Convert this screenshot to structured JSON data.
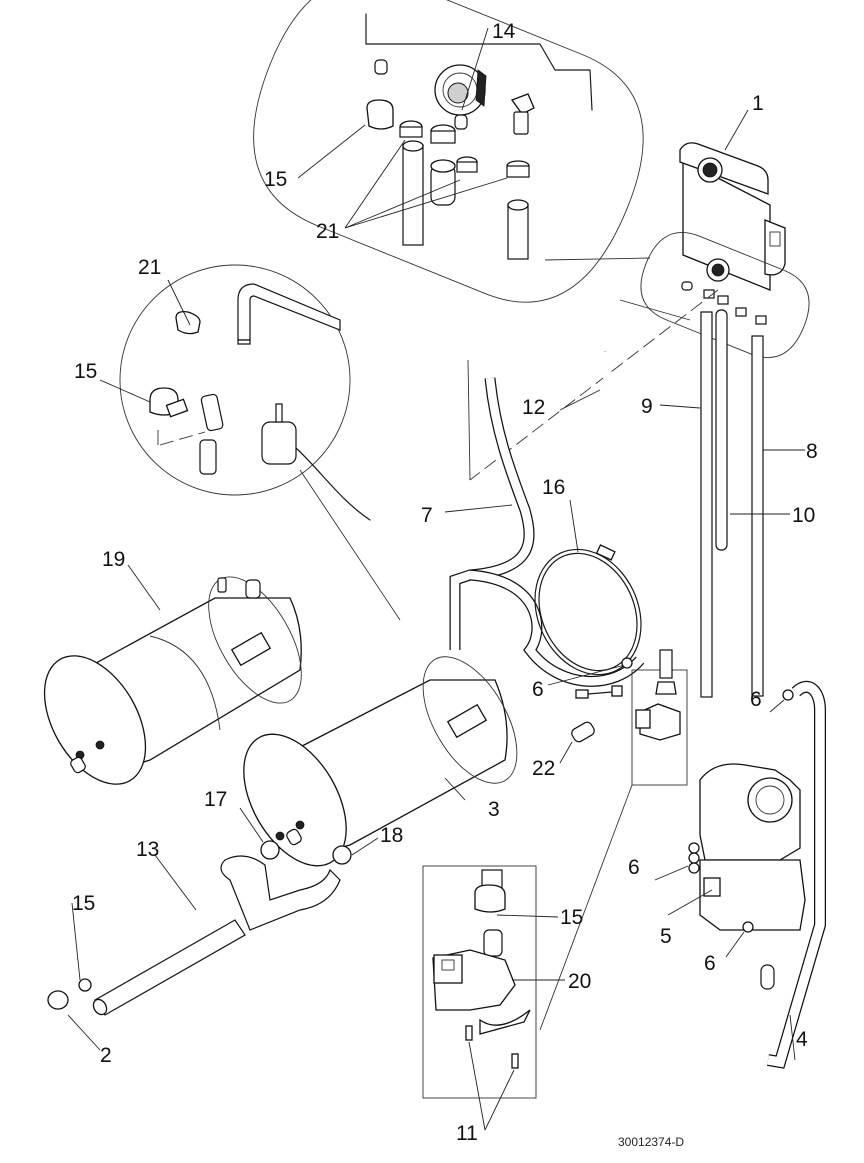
{
  "drawing": {
    "type": "exploded-parts-diagram",
    "drawing_number": "30012374-D",
    "line_color": "#1a1a1a",
    "background": "#ffffff"
  },
  "callouts": [
    {
      "id": "c1",
      "label": "1",
      "part": "reservoir-module"
    },
    {
      "id": "c14",
      "label": "14",
      "part": "reservoir-outlet-fitting"
    },
    {
      "id": "c15a",
      "label": "15",
      "part": "hose-clamp-top-detail"
    },
    {
      "id": "c21a",
      "label": "21",
      "part": "hose-clips-top-detail"
    },
    {
      "id": "c21b",
      "label": "21",
      "part": "hose-clip-round-detail"
    },
    {
      "id": "c15b",
      "label": "15",
      "part": "hose-clamp-round-detail"
    },
    {
      "id": "c12",
      "label": "12",
      "part": "hose-12"
    },
    {
      "id": "c9",
      "label": "9",
      "part": "hose-9"
    },
    {
      "id": "c8",
      "label": "8",
      "part": "hose-8"
    },
    {
      "id": "c10",
      "label": "10",
      "part": "hose-10"
    },
    {
      "id": "c7",
      "label": "7",
      "part": "hose-7"
    },
    {
      "id": "c16",
      "label": "16",
      "part": "wire-loop"
    },
    {
      "id": "c19",
      "label": "19",
      "part": "boiler-tank-rear"
    },
    {
      "id": "c6a",
      "label": "6",
      "part": "spring-clamp-left"
    },
    {
      "id": "c6b",
      "label": "6",
      "part": "spring-clamp-right"
    },
    {
      "id": "c22",
      "label": "22",
      "part": "capacitor-harness"
    },
    {
      "id": "c3",
      "label": "3",
      "part": "boiler-tank-front"
    },
    {
      "id": "c17",
      "label": "17",
      "part": "clamp-17"
    },
    {
      "id": "c18",
      "label": "18",
      "part": "clamp-18"
    },
    {
      "id": "c13",
      "label": "13",
      "part": "drain-manifold"
    },
    {
      "id": "c15c",
      "label": "15",
      "part": "drain-end-clamp"
    },
    {
      "id": "c2",
      "label": "2",
      "part": "drain-plug"
    },
    {
      "id": "c6c",
      "label": "6",
      "part": "spring-clamp-stack"
    },
    {
      "id": "c5",
      "label": "5",
      "part": "pump-housing"
    },
    {
      "id": "c6d",
      "label": "6",
      "part": "spring-clamp-bottom"
    },
    {
      "id": "c4",
      "label": "4",
      "part": "hose-4"
    },
    {
      "id": "c15d",
      "label": "15",
      "part": "valve-inlet-clamp"
    },
    {
      "id": "c20",
      "label": "20",
      "part": "solenoid-valve"
    },
    {
      "id": "c11",
      "label": "11",
      "part": "valve-screws"
    }
  ]
}
